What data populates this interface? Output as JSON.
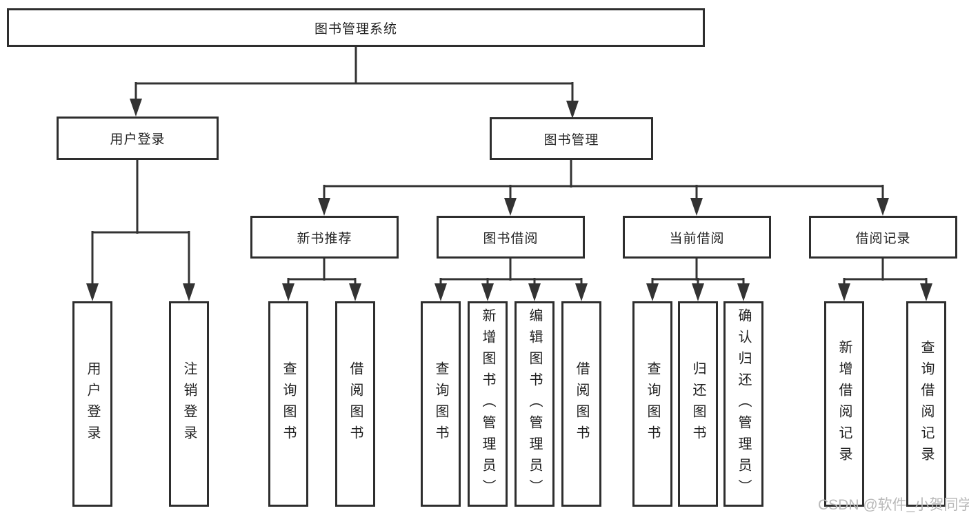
{
  "diagram": {
    "root": {
      "label": "图书管理系统"
    },
    "level1": [
      {
        "label": "用户登录"
      },
      {
        "label": "图书管理"
      }
    ],
    "level2": [
      {
        "label": "新书推荐"
      },
      {
        "label": "图书借阅"
      },
      {
        "label": "当前借阅"
      },
      {
        "label": "借阅记录"
      }
    ],
    "leaves": {
      "login": [
        {
          "label": "用户登录"
        },
        {
          "label": "注销登录"
        }
      ],
      "recommend": [
        {
          "label": "查询图书"
        },
        {
          "label": "借阅图书"
        }
      ],
      "borrow": [
        {
          "label": "查询图书"
        },
        {
          "label": "新增图书（管理员）"
        },
        {
          "label": "编辑图书（管理员）"
        },
        {
          "label": "借阅图书"
        }
      ],
      "current": [
        {
          "label": "查询图书"
        },
        {
          "label": "归还图书"
        },
        {
          "label": "确认归还（管理员）"
        }
      ],
      "records": [
        {
          "label": "新增借阅记录"
        },
        {
          "label": "查询借阅记录"
        }
      ]
    },
    "watermark": "CSDN @软件_小贺同学",
    "colors": {
      "line": "#333333",
      "box_border": "#2e2e2e",
      "box_fill": "#ffffff",
      "text": "#1f1f1f",
      "watermark": "#b9b9b9"
    }
  }
}
